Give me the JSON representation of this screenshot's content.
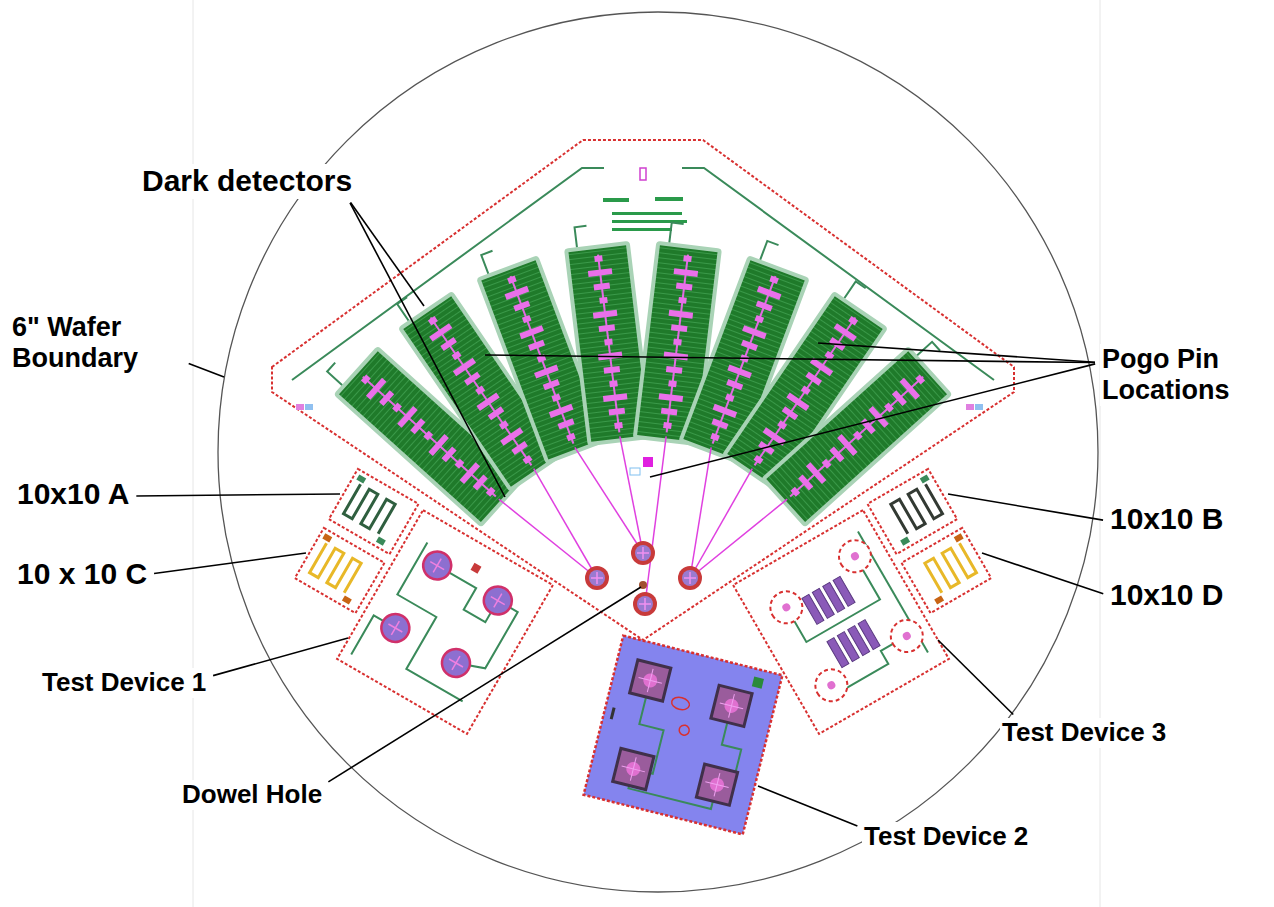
{
  "diagram": {
    "labels": [
      "Dark detectors",
      "6\" Wafer Boundary",
      "Pogo Pin Locations",
      "10x10 A",
      "10 x 10 C",
      "10x10 B",
      "10x10 D",
      "Test Device 1",
      "Dowel Hole",
      "Test Device 3",
      "Test Device 2"
    ]
  }
}
